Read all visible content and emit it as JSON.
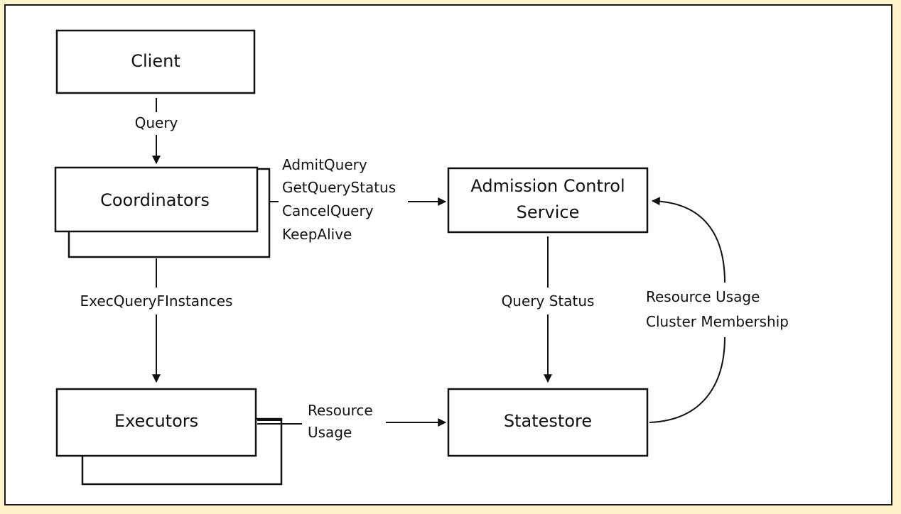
{
  "nodes": {
    "client": "Client",
    "coordinators": "Coordinators",
    "executors": "Executors",
    "admission_line1": "Admission Control",
    "admission_line2": "Service",
    "statestore": "Statestore"
  },
  "edges": {
    "client_to_coordinators": "Query",
    "coordinators_to_executors": "ExecQueryFInstances",
    "coordinators_to_admission": [
      "AdmitQuery",
      "GetQueryStatus",
      "CancelQuery",
      "KeepAlive"
    ],
    "admission_to_statestore": "Query Status",
    "executors_to_statestore": [
      "Resource",
      "Usage"
    ],
    "statestore_to_admission": [
      "Resource Usage",
      "Cluster Membership"
    ]
  },
  "colors": {
    "background": "#fef3cc",
    "canvas": "#ffffff",
    "stroke": "#111111"
  }
}
